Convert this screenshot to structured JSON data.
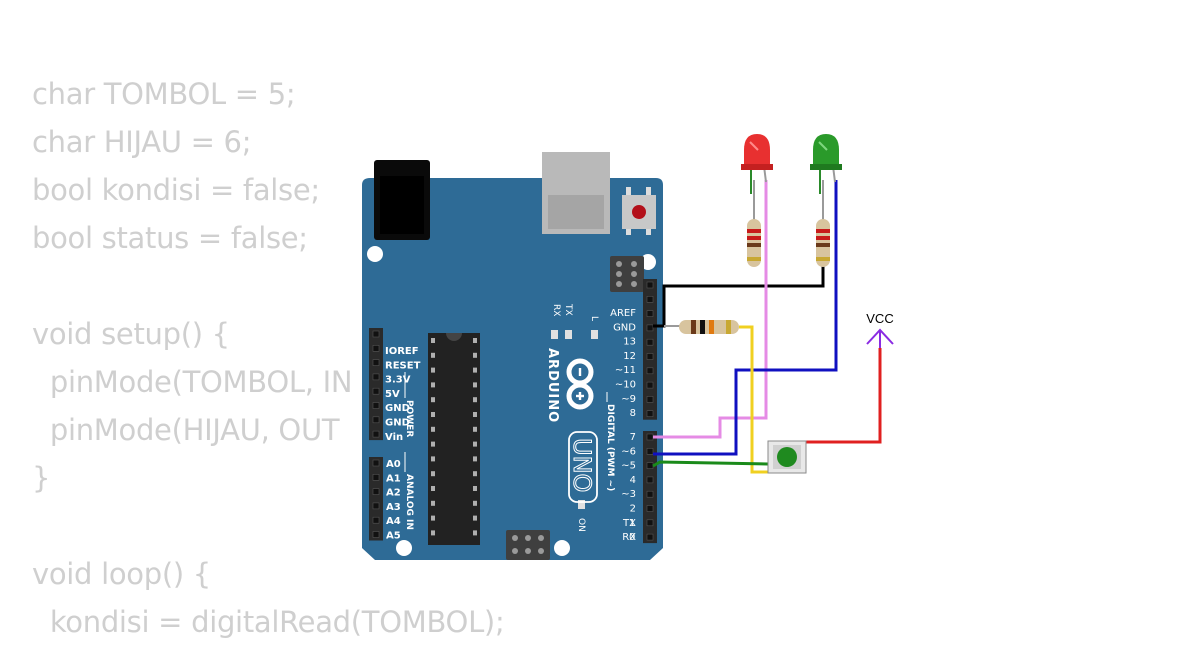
{
  "code_lines": [
    "char TOMBOL = 5;",
    "char HIJAU = 6;",
    "bool kondisi = false;",
    "bool status = false;",
    "",
    "void setup() {",
    "  pinMode(TOMBOL, IN",
    "  pinMode(HIJAU, OUT",
    "}",
    "",
    "void loop() {",
    "  kondisi = digitalRead(TOMBOL);"
  ],
  "board": {
    "brand": "ARDUINO",
    "model": "UNO",
    "on_label": "ON",
    "led_labels": {
      "l": "L",
      "tx": "TX",
      "rx": "RX"
    },
    "power_labels": [
      "IOREF",
      "RESET",
      "3.3V",
      "5V",
      "GND",
      "GND",
      "Vin"
    ],
    "analog_labels": [
      "A0",
      "A1",
      "A2",
      "A3",
      "A4",
      "A5"
    ],
    "power_title": "POWER",
    "analog_title": "ANALOG IN",
    "digital_title": "DIGITAL (PWM ~)",
    "digital_labels": [
      "AREF",
      "GND",
      "13",
      "12",
      "~11",
      "~10",
      "~9",
      "8",
      "7",
      "~6",
      "~5",
      "4",
      "~3",
      "2",
      "TX",
      "RX"
    ],
    "digital_numbers": [
      "",
      "",
      "",
      "",
      "",
      "",
      "",
      "",
      "",
      "",
      "",
      "",
      "",
      "",
      "1",
      "0"
    ]
  },
  "vcc_label": "VCC",
  "colors": {
    "board": "#2e6b96",
    "wire_black": "#000000",
    "wire_pink": "#e58be5",
    "wire_blue": "#1010c0",
    "wire_yellow": "#f0d020",
    "wire_green": "#1a8a1a",
    "wire_red": "#e02020",
    "vcc_symbol": "#8a2be2",
    "led_red": "#e83030",
    "led_green": "#2a9a2a"
  }
}
